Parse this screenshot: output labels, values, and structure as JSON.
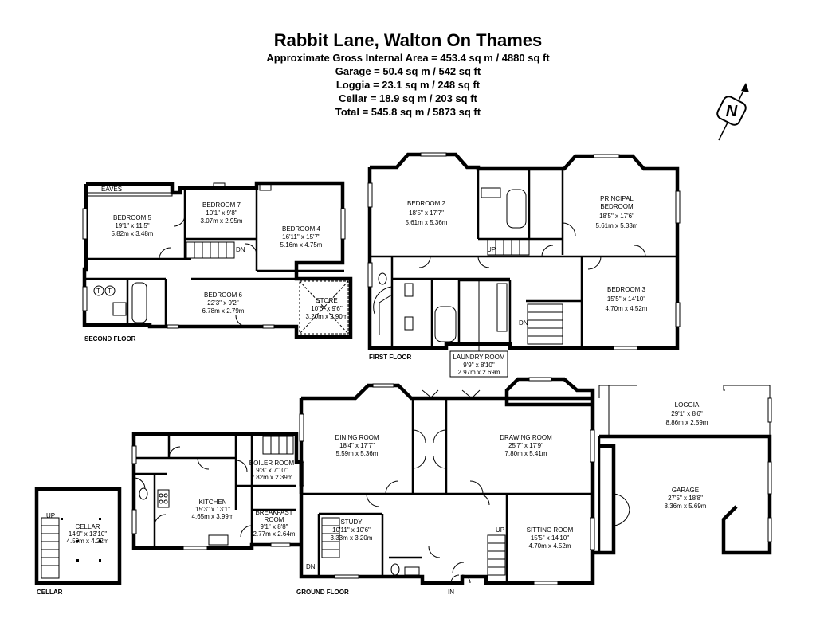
{
  "header": {
    "title": "Rabbit Lane, Walton On Thames",
    "lines": [
      "Approximate Gross Internal Area = 453.4 sq m / 4880 sq ft",
      "Garage = 50.4 sq m / 542 sq ft",
      "Loggia = 23.1 sq m / 248 sq ft",
      "Cellar = 18.9 sq m / 203 sq ft",
      "Total = 545.8 sq m / 5873 sq ft"
    ]
  },
  "compass": {
    "letter": "N"
  },
  "floors": {
    "second": "SECOND FLOOR",
    "first": "FIRST FLOOR",
    "ground": "GROUND FLOOR",
    "cellar": "CELLAR"
  },
  "rooms": {
    "eaves": "EAVES",
    "bedroom5": {
      "name": "BEDROOM  5",
      "imp": "19'1\" x 11'5\"",
      "met": "5.82m x 3.48m"
    },
    "bedroom7": {
      "name": "BEDROOM 7",
      "imp": "10'1\" x 9'8\"",
      "met": "3.07m x 2.95m"
    },
    "bedroom4": {
      "name": "BEDROOM 4",
      "imp": "16'11\" x 15'7\"",
      "met": "5.16m x 4.75m"
    },
    "bedroom6": {
      "name": "BEDROOM 6",
      "imp": "22'3\" x 9'2\"",
      "met": "6.78m x 2.79m"
    },
    "store": {
      "name": "STORE",
      "imp": "10'6\" x 9'6\"",
      "met": "3.20m x 2.90m"
    },
    "bedroom2": {
      "name": "BEDROOM 2",
      "imp": "18'5\" x 17'7\"",
      "met": "5.61m x 5.36m"
    },
    "principal": {
      "name1": "PRINCIPAL",
      "name2": "BEDROOM",
      "imp": "18'5\" x 17'6\"",
      "met": "5.61m x 5.33m"
    },
    "bedroom3": {
      "name": "BEDROOM 3",
      "imp": "15'5\" x 14'10\"",
      "met": "4.70m x 4.52m"
    },
    "laundry": {
      "name": "LAUNDRY ROOM",
      "imp": "9'9\" x 8'10\"",
      "met": "2.97m x 2.69m"
    },
    "dining": {
      "name": "DINING ROOM",
      "imp": "18'4\" x 17'7\"",
      "met": "5.59m x 5.36m"
    },
    "drawing": {
      "name": "DRAWING ROOM",
      "imp": "25'7\" x 17'9\"",
      "met": "7.80m x 5.41m"
    },
    "loggia": {
      "name": "LOGGIA",
      "imp": "29'1\" x 8'6\"",
      "met": "8.86m x 2.59m"
    },
    "boiler": {
      "name": "BOILER ROOM",
      "imp": "9'3\" x 7'10\"",
      "met": "2.82m x 2.39m"
    },
    "kitchen": {
      "name": "KITCHEN",
      "imp": "15'3\" x 13'1\"",
      "met": "4.65m x 3.99m"
    },
    "breakfast": {
      "name1": "BREAKFAST",
      "name2": "ROOM",
      "imp": "9'1\" x 8'8\"",
      "met": "2.77m x 2.64m"
    },
    "study": {
      "name": "STUDY",
      "imp": "10'11\" x 10'6\"",
      "met": "3.33m x 3.20m"
    },
    "sitting": {
      "name": "SITTING ROOM",
      "imp": "15'5\" x 14'10\"",
      "met": "4.70m x 4.52m"
    },
    "garage": {
      "name": "GARAGE",
      "imp": "27'5\" x 18'8\"",
      "met": "8.36m x 5.69m"
    },
    "cellar": {
      "name": "CELLAR",
      "imp": "14'9\" x 13'10\"",
      "met": "4.50m x 4.22m"
    }
  },
  "tags": {
    "up": "UP",
    "dn": "DN",
    "in": "IN",
    "t": "T"
  }
}
